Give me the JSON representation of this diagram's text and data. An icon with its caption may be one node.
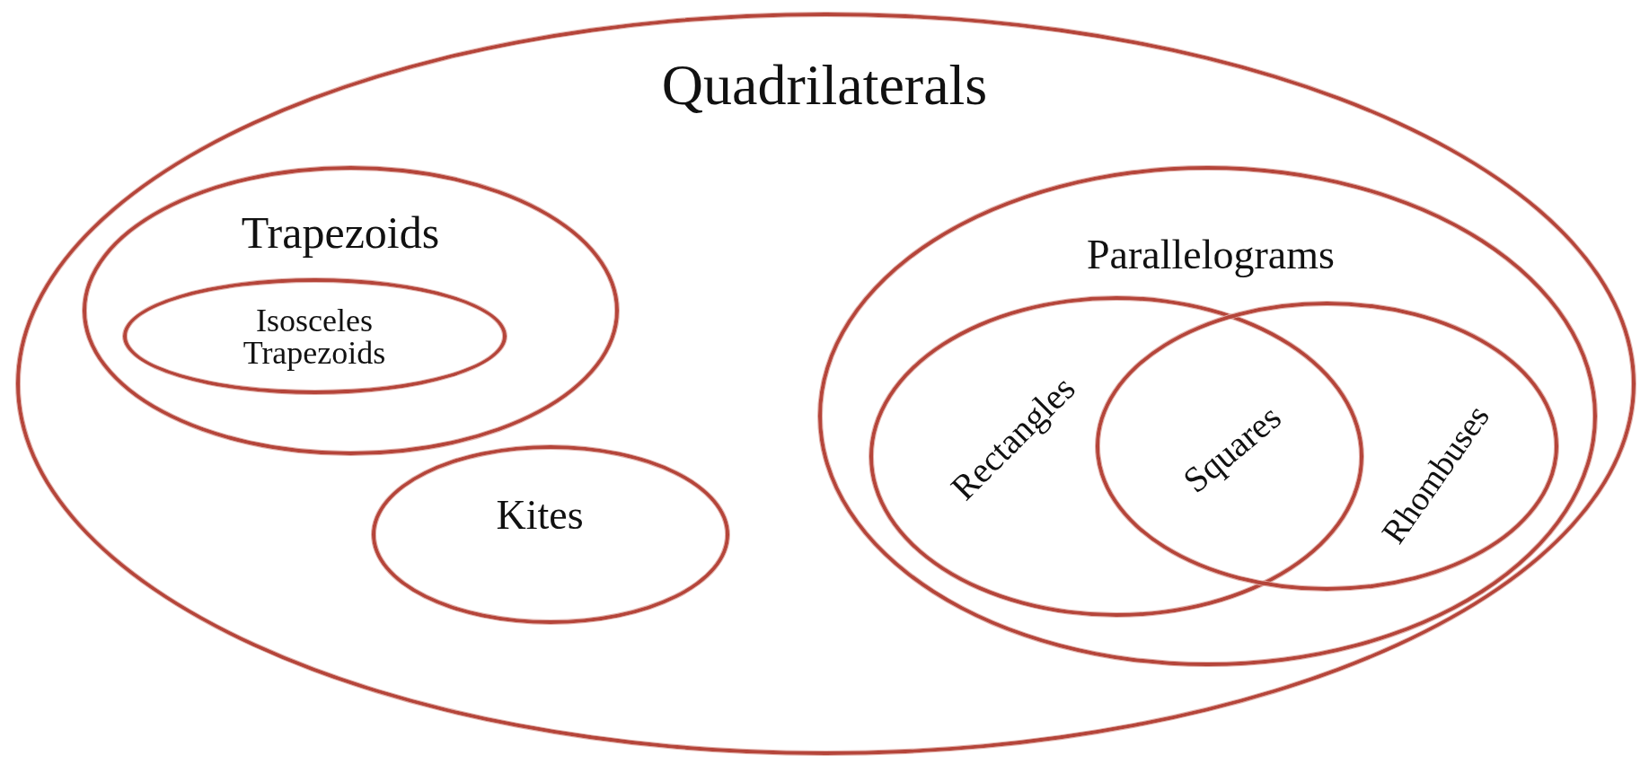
{
  "diagram": {
    "nodes": [
      {
        "text": [
          "Quadrilaterals"
        ]
      },
      {
        "text": [
          "Trapezoids"
        ],
        "in": 0
      },
      {
        "text": [
          "Isosceles Trapezoids"
        ],
        "in": 1
      },
      {
        "text": [
          "Kites"
        ],
        "in": 0
      },
      {
        "text": [
          "Parallelograms"
        ],
        "in": 0
      },
      {
        "text": [
          "Rectangles"
        ],
        "in": 4
      },
      {
        "text": [
          "Rhombuses"
        ],
        "in": 4
      }
    ],
    "labels": [
      "Squares"
    ]
  }
}
